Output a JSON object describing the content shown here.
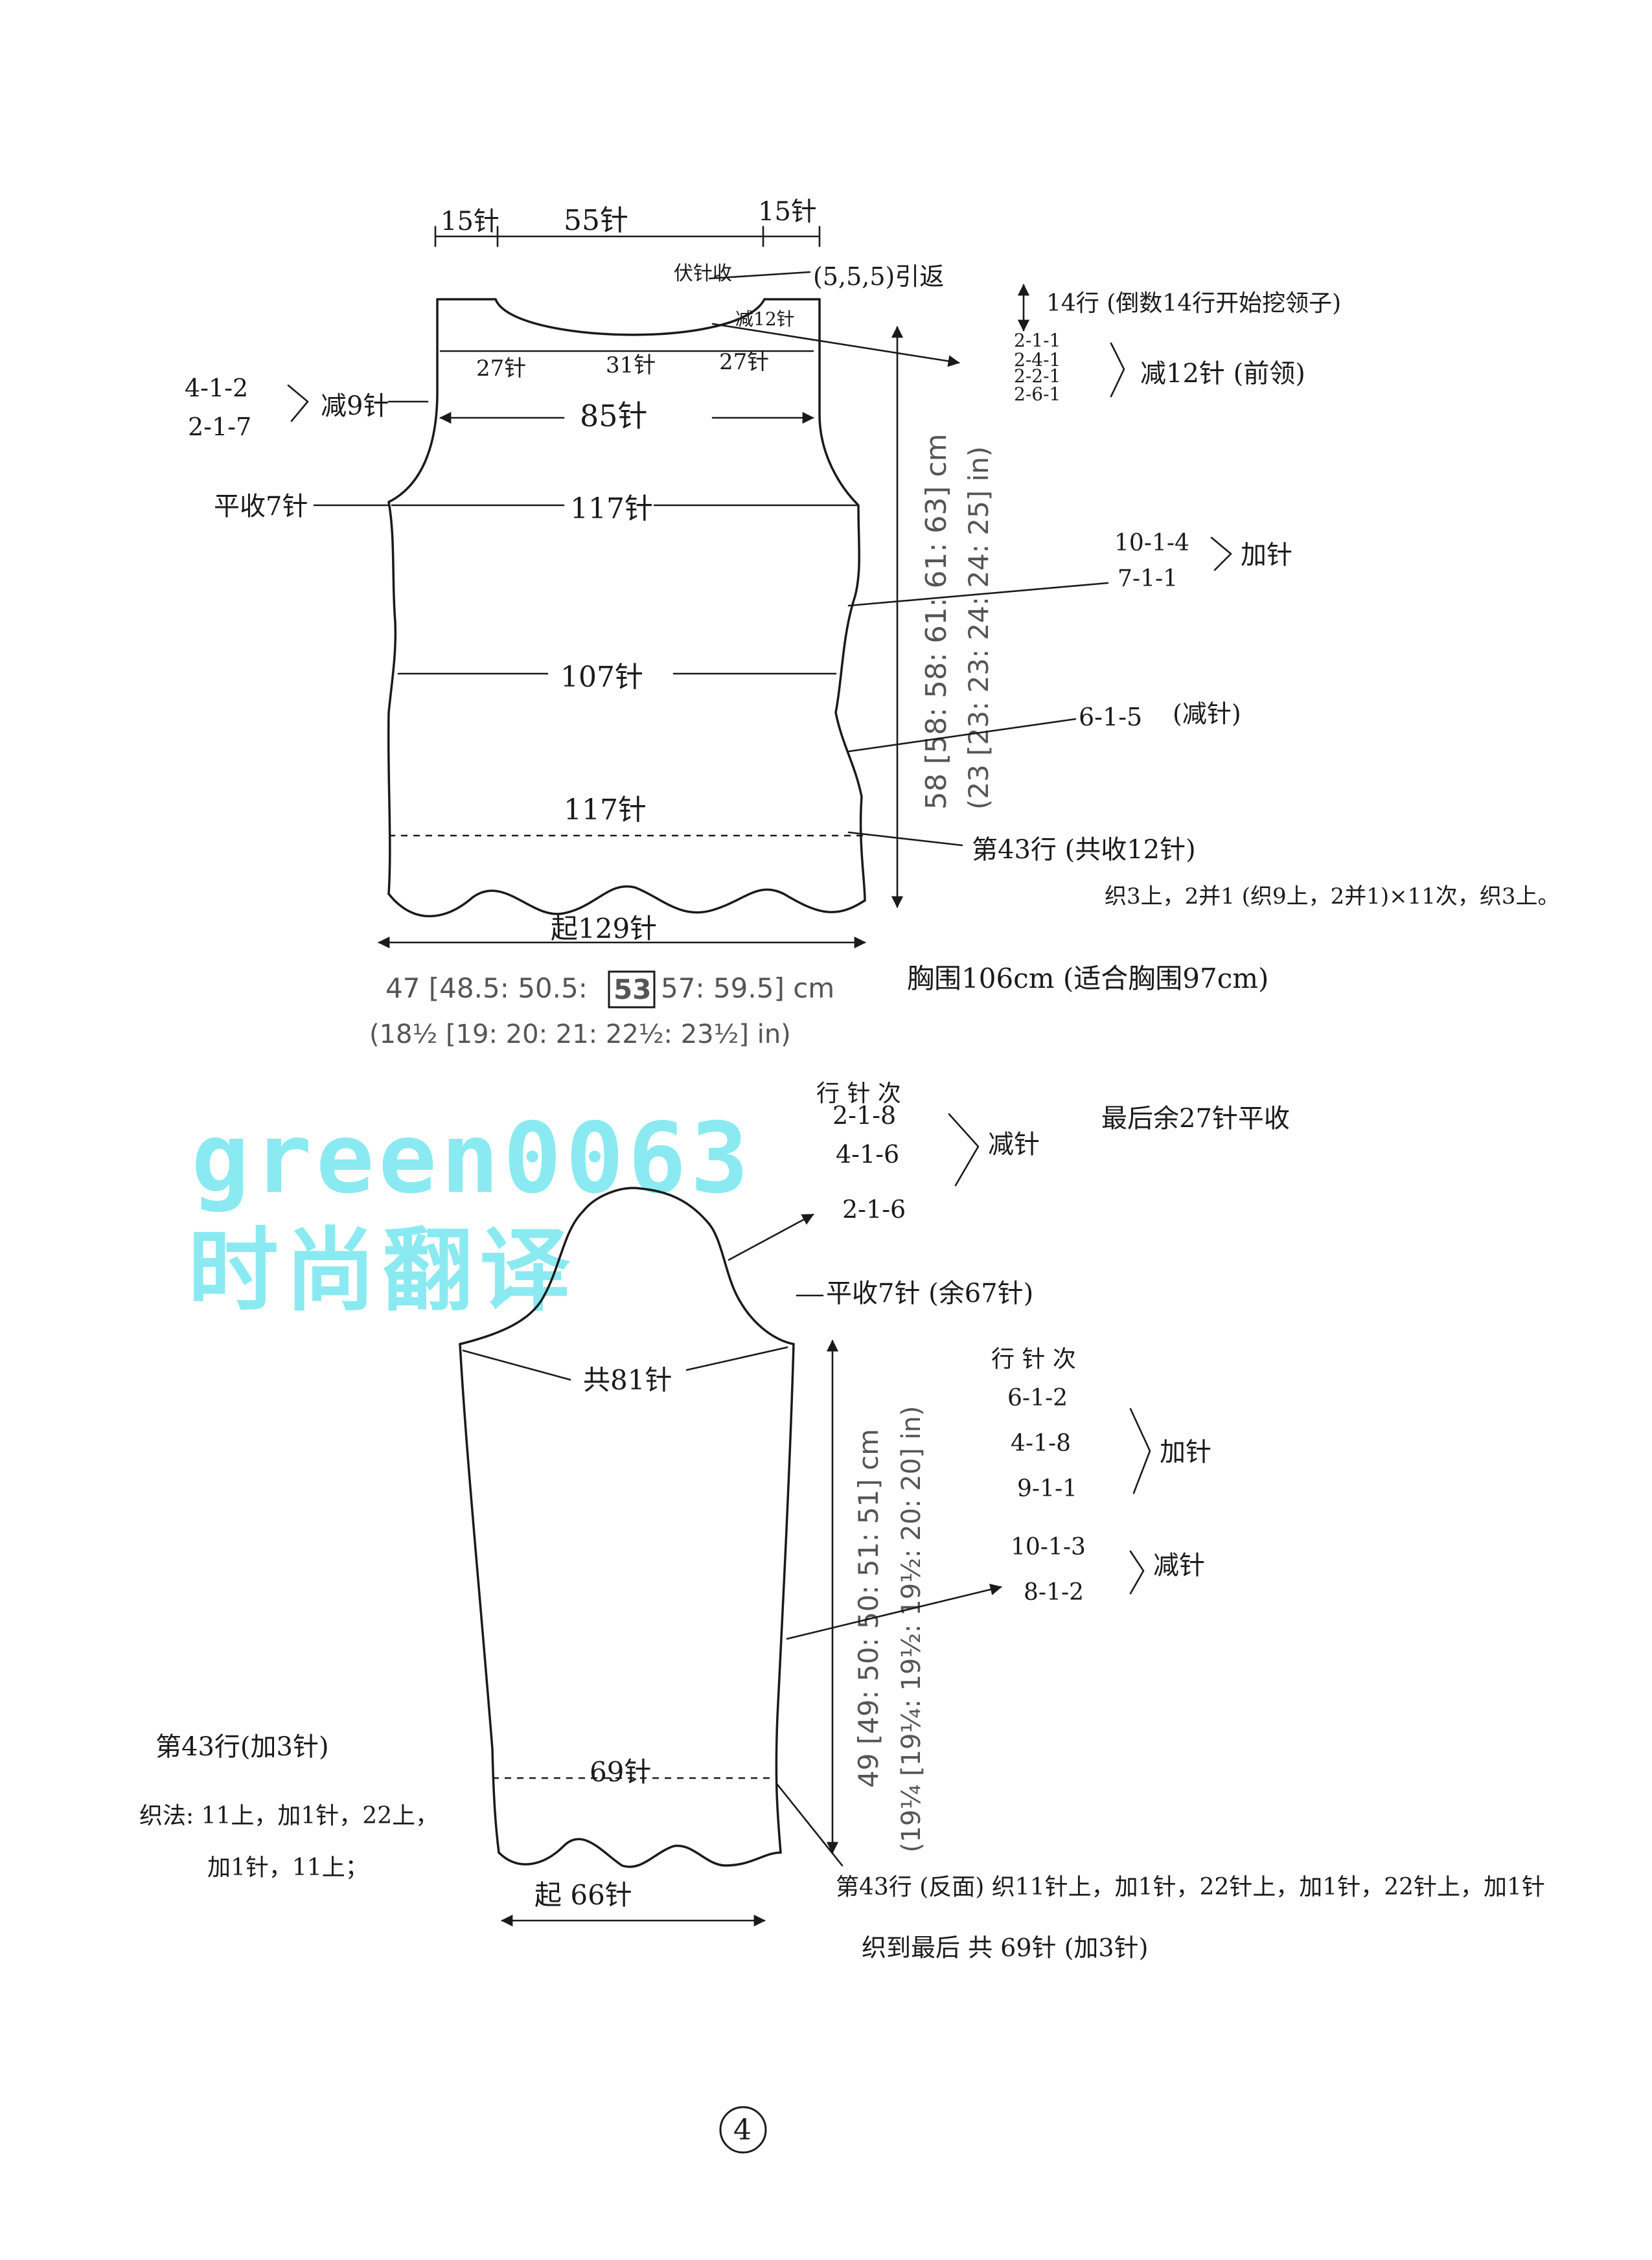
{
  "watermark": {
    "line1": "green0063",
    "line2": "时尚翻译",
    "color": "#7fe8f0"
  },
  "body_piece": {
    "top_left_stitches": "15针",
    "top_mid_stitches": "55针",
    "top_right_stitches": "15针",
    "bind_off_note": "(5,5,5)引返",
    "neck_side_left": "伏针收",
    "neck_side_right": "减12针",
    "shoulder_left": "27针",
    "shoulder_mid": "31针",
    "shoulder_right": "27针",
    "row_85": "85针",
    "armhole_rule_1": "4-1-2",
    "armhole_rule_2": "2-1-7",
    "armhole_label": "减9针",
    "bind_off_7": "平收7针",
    "row_117_top": "117针",
    "row_107": "107针",
    "row_117_bottom": "117针",
    "cast_on": "起129针",
    "neck_rows_note": "14行 (倒数14行开始挖领子)",
    "neck_rules": [
      "2-1-1",
      "2-4-1",
      "2-2-1",
      "2-6-1"
    ],
    "neck_label": "减12针 (前领)",
    "inc_rules": [
      "10-1-4",
      "7-1-1"
    ],
    "inc_label": "加针",
    "dec_rule": "6-1-5",
    "dec_label": "(减针)",
    "row43_label": "第43行 (共收12针)",
    "row43_detail": "织3上，2并1 (织9上，2并1)×11次，织3上。",
    "height_print_cm": "58 [58: 58: 61: 61: 63] cm",
    "height_print_in": "(23 [23: 23: 24: 24: 25] in)",
    "width_print_cm_a": "47 [48.5: 50.5:",
    "width_print_cm_b": "53",
    "width_print_cm_c": "57: 59.5] cm",
    "width_print_in": "(18½ [19: 20: 21: 22½: 23½] in)",
    "chest_note": "胸围106cm (适合胸围97cm)"
  },
  "sleeve_piece": {
    "cap_header": "行 针 次",
    "cap_rules": [
      "2-1-8",
      "4-1-6",
      "2-1-6"
    ],
    "cap_label": "减针",
    "cap_note": "最后余27针平收",
    "bind_off": "平收7针 (余67针)",
    "total_81": "共81针",
    "inc_header": "行 针 次",
    "inc_rules": [
      "6-1-2",
      "4-1-8",
      "9-1-1"
    ],
    "inc_label": "加针",
    "dec_rules": [
      "10-1-3",
      "8-1-2"
    ],
    "dec_label": "减针",
    "height_print_cm": "49 [49: 50: 50: 51: 51] cm",
    "height_print_in": "(19¼ [19¼: 19½: 19½: 20: 20] in)",
    "row_69": "69针",
    "row43_left_title": "第43行(加3针)",
    "row43_left_line1": "织法: 11上，加1针，22上，",
    "row43_left_line2": "加1针，11上；",
    "cast_on": "起 66针",
    "row43_right_line1": "第43行 (反面) 织11针上，加1针，22针上，加1针，22针上，加1针",
    "row43_right_line2": "织到最后 共 69针 (加3针)"
  },
  "page_number": "4"
}
